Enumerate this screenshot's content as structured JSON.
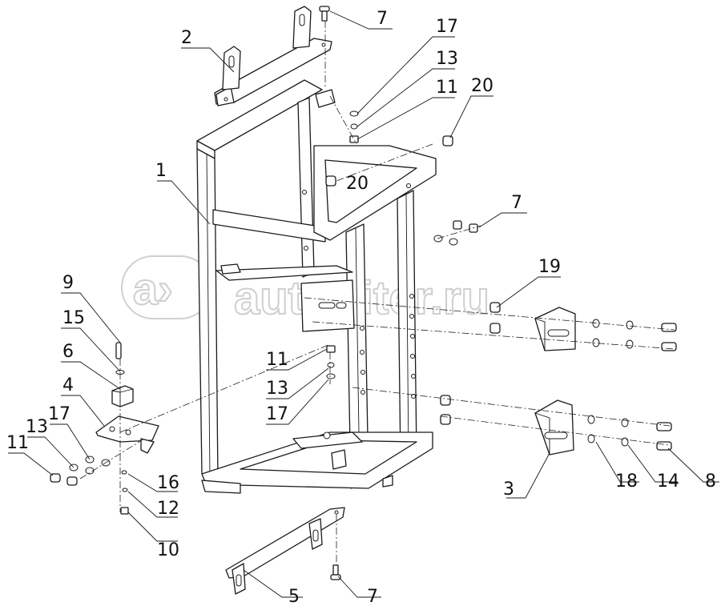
{
  "watermark": {
    "symbol": "a›",
    "text": "autopiter.ru",
    "color": "#cfcfcf"
  },
  "callouts": [
    {
      "id": "c-7-top",
      "label": "7"
    },
    {
      "id": "c-2",
      "label": "2"
    },
    {
      "id": "c-17-top",
      "label": "17"
    },
    {
      "id": "c-13-top",
      "label": "13"
    },
    {
      "id": "c-11-top",
      "label": "11"
    },
    {
      "id": "c-20-right",
      "label": "20"
    },
    {
      "id": "c-20-inner",
      "label": "20"
    },
    {
      "id": "c-1",
      "label": "1"
    },
    {
      "id": "c-7-mid",
      "label": "7"
    },
    {
      "id": "c-19",
      "label": "19"
    },
    {
      "id": "c-9",
      "label": "9"
    },
    {
      "id": "c-15",
      "label": "15"
    },
    {
      "id": "c-6",
      "label": "6"
    },
    {
      "id": "c-4",
      "label": "4"
    },
    {
      "id": "c-11-mid",
      "label": "11"
    },
    {
      "id": "c-13-mid",
      "label": "13"
    },
    {
      "id": "c-17-mid",
      "label": "17"
    },
    {
      "id": "c-17-left",
      "label": "17"
    },
    {
      "id": "c-13-left",
      "label": "13"
    },
    {
      "id": "c-11-left",
      "label": "11"
    },
    {
      "id": "c-16",
      "label": "16"
    },
    {
      "id": "c-12",
      "label": "12"
    },
    {
      "id": "c-10",
      "label": "10"
    },
    {
      "id": "c-3",
      "label": "3"
    },
    {
      "id": "c-18",
      "label": "18"
    },
    {
      "id": "c-14",
      "label": "14"
    },
    {
      "id": "c-8",
      "label": "8"
    },
    {
      "id": "c-5",
      "label": "5"
    },
    {
      "id": "c-7-bottom",
      "label": "7"
    }
  ]
}
